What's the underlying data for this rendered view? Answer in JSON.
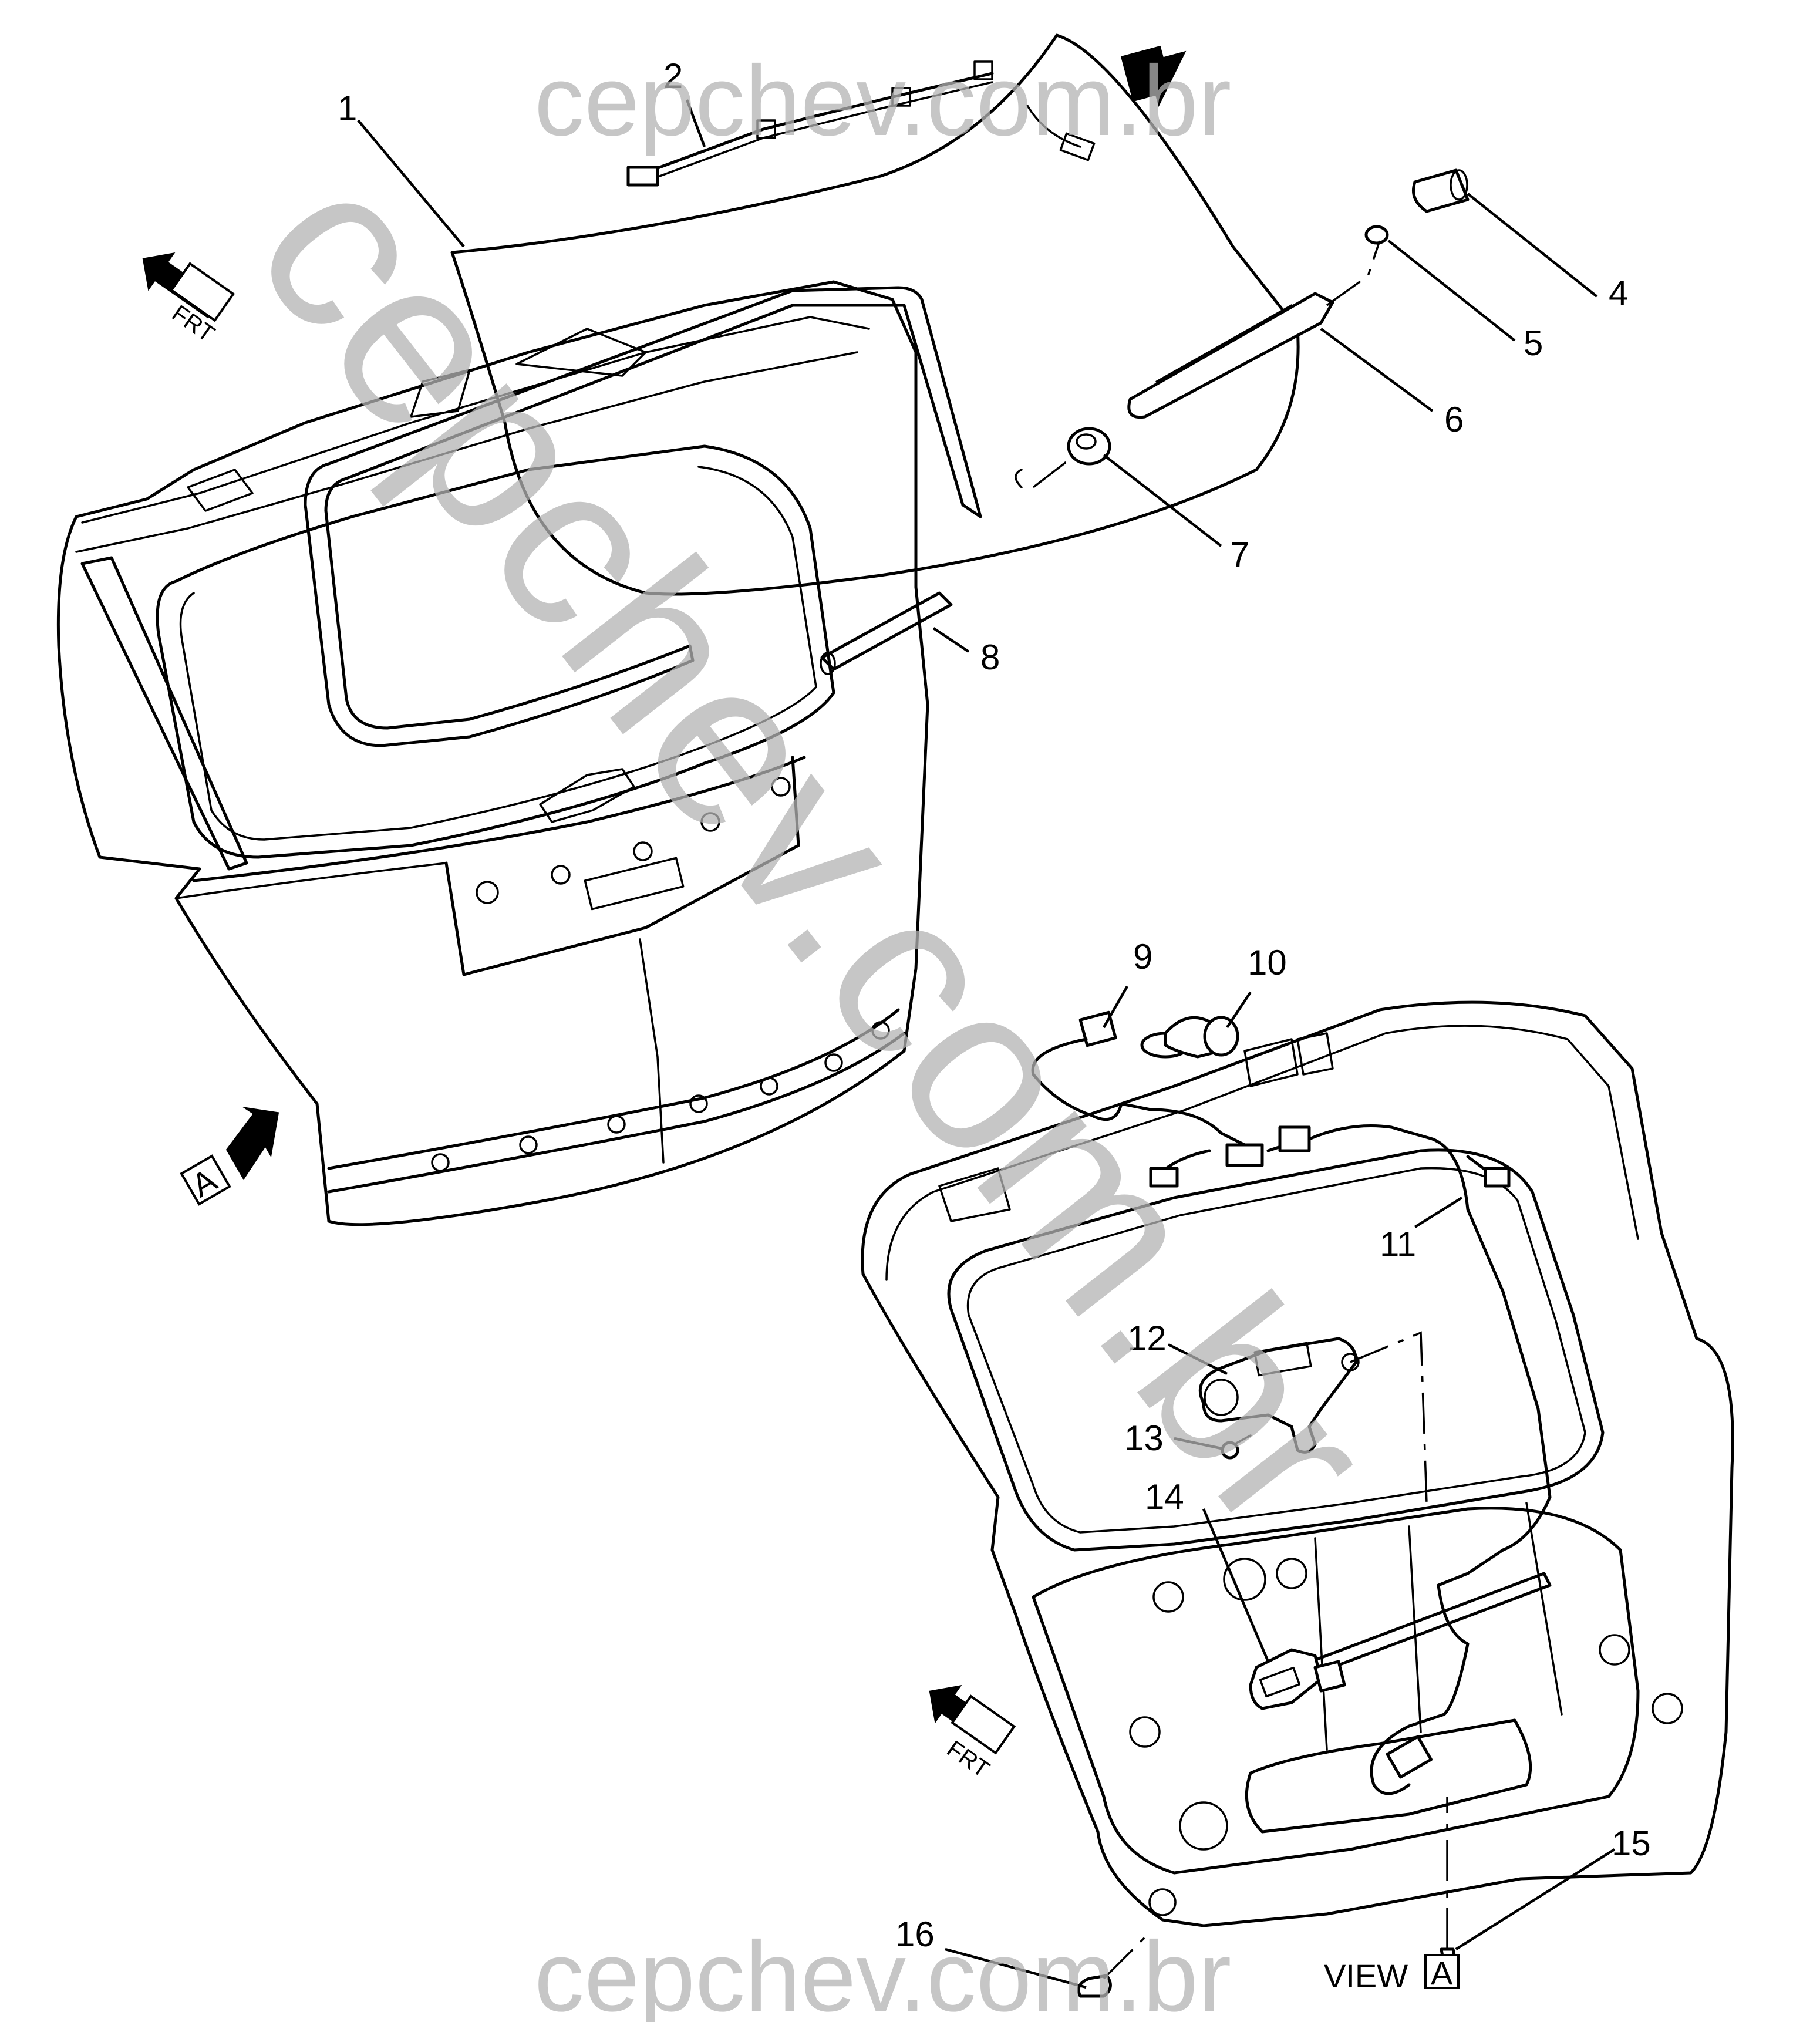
{
  "callouts": [
    {
      "id": "1",
      "text": "1"
    },
    {
      "id": "2",
      "text": "2"
    },
    {
      "id": "4",
      "text": "4"
    },
    {
      "id": "5",
      "text": "5"
    },
    {
      "id": "6",
      "text": "6"
    },
    {
      "id": "7",
      "text": "7"
    },
    {
      "id": "8",
      "text": "8"
    },
    {
      "id": "9",
      "text": "9"
    },
    {
      "id": "10",
      "text": "10"
    },
    {
      "id": "11",
      "text": "11"
    },
    {
      "id": "12",
      "text": "12"
    },
    {
      "id": "13",
      "text": "13"
    },
    {
      "id": "14",
      "text": "14"
    },
    {
      "id": "15",
      "text": "15"
    },
    {
      "id": "16",
      "text": "16"
    }
  ],
  "frt_label": "FRT",
  "view_label": "VIEW",
  "view_letter": "A",
  "watermark_text": "cepchev.com.br",
  "watermark_color": "#b3b3b3"
}
